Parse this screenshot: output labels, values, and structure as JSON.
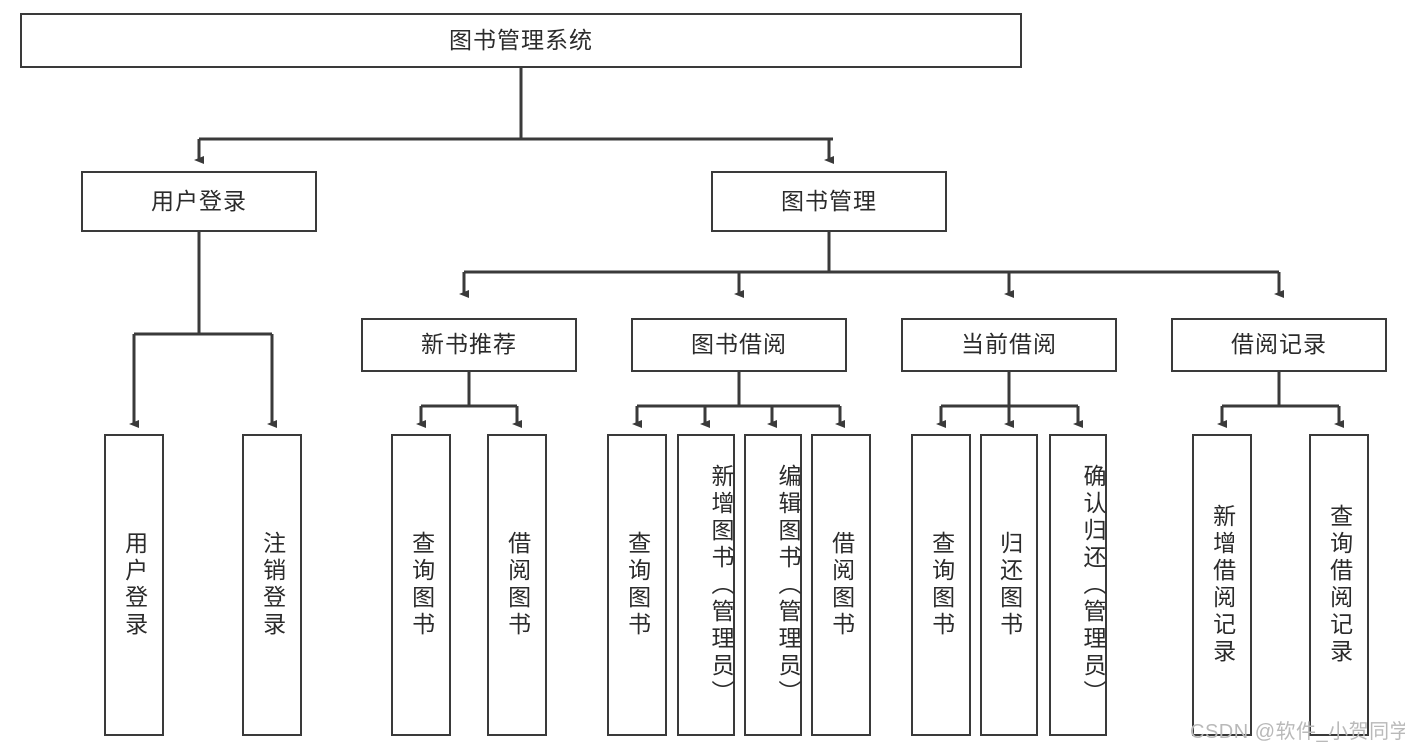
{
  "diagram": {
    "title_box": {
      "label": "图书管理系统"
    },
    "level2": [
      {
        "label": "用户登录"
      },
      {
        "label": "图书管理"
      }
    ],
    "level3": [
      {
        "label": "新书推荐"
      },
      {
        "label": "图书借阅"
      },
      {
        "label": "当前借阅"
      },
      {
        "label": "借阅记录"
      }
    ],
    "leaves": {
      "user_login": [
        {
          "label": "用户登录"
        },
        {
          "label": "注销登录"
        }
      ],
      "new_book_recommend": [
        {
          "label": "查询图书"
        },
        {
          "label": "借阅图书"
        }
      ],
      "book_borrow": [
        {
          "label": "查询图书"
        },
        {
          "label": "新增图书（管理员）"
        },
        {
          "label": "编辑图书（管理员）"
        },
        {
          "label": "借阅图书"
        }
      ],
      "current_borrow": [
        {
          "label": "查询图书"
        },
        {
          "label": "归还图书"
        },
        {
          "label": "确认归还（管理员）"
        }
      ],
      "borrow_record": [
        {
          "label": "新增借阅记录"
        },
        {
          "label": "查询借阅记录"
        }
      ]
    }
  },
  "watermark": {
    "text": "CSDN @软件_小贺同学"
  },
  "colors": {
    "stroke": "#3a3a3a",
    "background": "#ffffff",
    "text": "#2b2b2b",
    "watermark": "#b9b9b9"
  }
}
